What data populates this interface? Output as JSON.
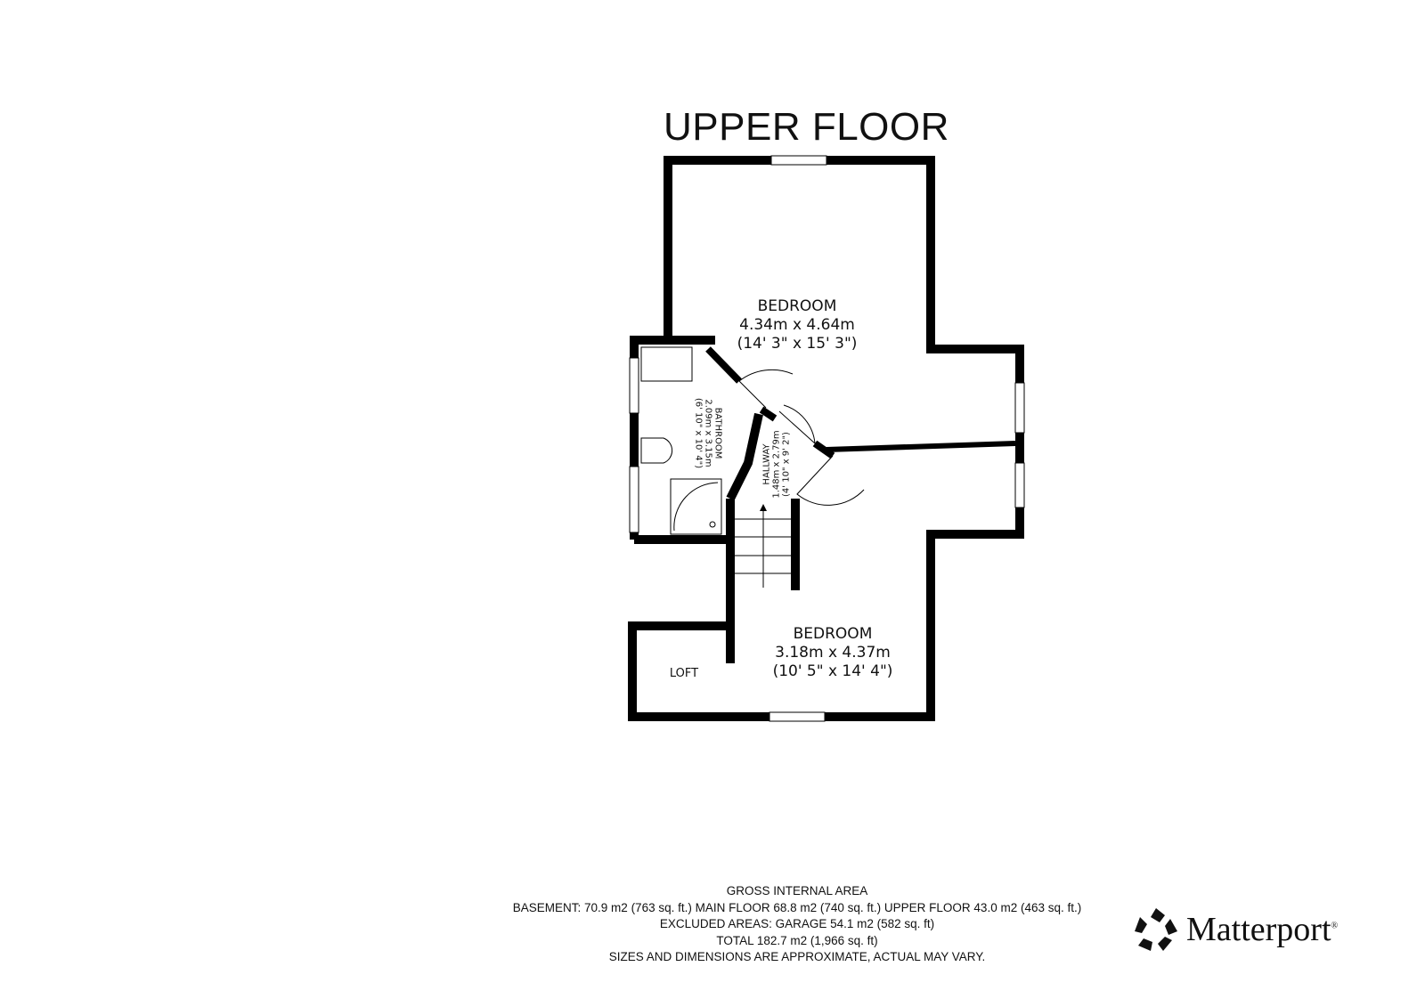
{
  "title": "UPPER FLOOR",
  "rooms": {
    "bedroom1": {
      "name": "BEDROOM",
      "metric": "4.34m x 4.64m",
      "imperial": "(14' 3\" x 15' 3\")"
    },
    "bedroom2": {
      "name": "BEDROOM",
      "metric": "3.18m x 4.37m",
      "imperial": "(10' 5\" x 14' 4\")"
    },
    "bathroom": {
      "name": "BATHROOM",
      "metric": "2.09m x 3.15m",
      "imperial": "(6' 10\" x 10' 4\")"
    },
    "hallway": {
      "name": "HALLWAY",
      "metric": "1.48m x 2.79m",
      "imperial": "(4' 10\" x 9' 2\")"
    },
    "loft": {
      "name": "LOFT"
    }
  },
  "footer": {
    "heading": "GROSS INTERNAL AREA",
    "line1": "BASEMENT: 70.9 m2 (763 sq. ft.)  MAIN FLOOR 68.8 m2 (740 sq. ft.) UPPER FLOOR 43.0 m2 (463 sq. ft.)",
    "line2": "EXCLUDED AREAS: GARAGE 54.1 m2 (582 sq. ft)",
    "line3": "TOTAL 182.7 m2 (1,966 sq. ft)",
    "line4": "SIZES AND DIMENSIONS ARE APPROXIMATE, ACTUAL MAY VARY."
  },
  "logo": {
    "text": "Matterport",
    "mark": "®"
  }
}
